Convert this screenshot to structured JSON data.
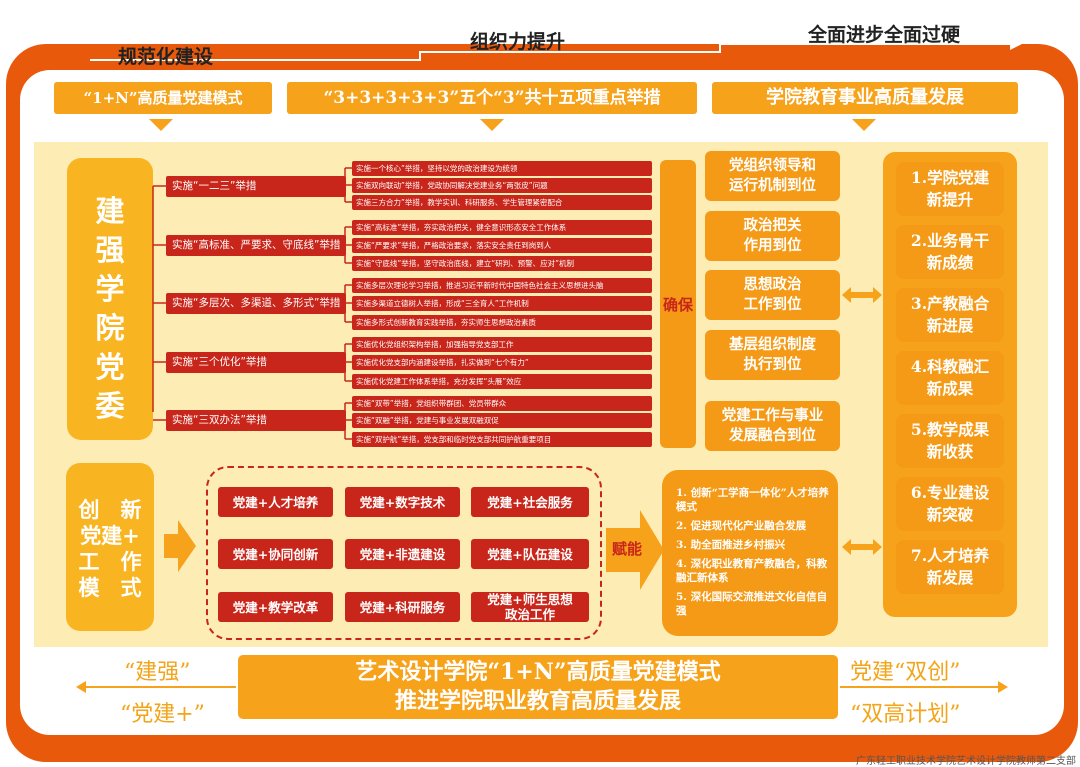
{
  "stairs": [
    "规范化建设",
    "组织力提升",
    "全面进步全面过硬"
  ],
  "headers": [
    "“1+N”高质量党建模式",
    "“3+3+3+3+3”五个“3”共十五项重点举措",
    "学院教育事业高质量发展"
  ],
  "left_top": [
    "建",
    "强",
    "学",
    "院",
    "党",
    "委"
  ],
  "left_bottom": [
    "创　新",
    "党建+",
    "工　作",
    "模　式"
  ],
  "measures": [
    {
      "label": "实施“一二三”举措",
      "items": [
        "实施一个核心”举措，坚持以党的政治建设为统领",
        "实施双向联动”举措，党政协同解决党建业务“两张皮”问题",
        "实施三方合力”举措，教学实训、科研服务、学生管理紧密配合"
      ]
    },
    {
      "label": "实施“高标准、严要求、守底线”举措",
      "items": [
        "实施“高标准”举措，夯实政治把关，健全意识形态安全工作体系",
        "实施“严要求”举措，严格政治要求，落实安全责任到岗到人",
        "实施“守底线”举措，坚守政治底线，建立“研判、预警、应对”机制"
      ]
    },
    {
      "label": "实施“多层次、多渠道、多形式”举措",
      "items": [
        "实施多层次理论学习举措，推进习近平新时代中国特色社会主义思想进头脑",
        "实施多渠道立德树人举措，形成“三全育人”工作机制",
        "实施多形式创新教育实践举措，夯实师生思想政治素质"
      ]
    },
    {
      "label": "实施“三个优化”举措",
      "items": [
        "实施优化党组织架构举措，加强指导党支部工作",
        "实施优化党支部内涵建设举措，扎实做到“七个有力”",
        "实施优化党建工作体系举措，充分发挥“头雁”效应"
      ]
    },
    {
      "label": "实施“三双办法”举措",
      "items": [
        "实施“双带”举措，党组织带群团、党员带群众",
        "实施“双融”举措，党建与事业发展双融双促",
        "实施“双护航”举措，党支部和临时党支部共同护航重要项目"
      ]
    }
  ],
  "ensure_label": "确保",
  "empower_label": "赋能",
  "guarantees": [
    [
      "党组织领导和",
      "运行机制到位"
    ],
    [
      "政治把关",
      "作用到位"
    ],
    [
      "思想政治",
      "工作到位"
    ],
    [
      "基层组织制度",
      "执行到位"
    ],
    [
      "党建工作与事业",
      "发展融合到位"
    ]
  ],
  "party_plus": [
    "党建+人才培养",
    "党建+数字技术",
    "党建+社会服务",
    "党建+协同创新",
    "党建+非遗建设",
    "党建+队伍建设",
    "党建+教学改革",
    "党建+科研服务",
    "党建+师生思想政治工作"
  ],
  "innovations": [
    "1. 创新“工学商一体化”人才培养模式",
    "2. 促进现代化产业融合发展",
    "3. 助全面推进乡村振兴",
    "4. 深化职业教育产教融合，科教融汇新体系",
    "5. 深化国际交流推进文化自信自强"
  ],
  "outcomes": [
    [
      "1.学院党建",
      "新提升"
    ],
    [
      "2.业务骨干",
      "新成绩"
    ],
    [
      "3.产教融合",
      "新进展"
    ],
    [
      "4.科教融汇",
      "新成果"
    ],
    [
      "5.教学成果",
      "新收获"
    ],
    [
      "6.专业建设",
      "新突破"
    ],
    [
      "7.人才培养",
      "新发展"
    ]
  ],
  "footer": {
    "line1": "艺术设计学院“1+N”高质量党建模式",
    "line2": "推进学院职业教育高质量发展"
  },
  "corners": {
    "top_left": "“建强”",
    "bottom_left": "“党建+”",
    "top_right": "党建“双创”",
    "bottom_right": "“双高计划”"
  },
  "watermark": "广东轻工职业技术学院艺术设计学院教师第二支部",
  "colors": {
    "frame": "#e8590c",
    "accent": "#f7a21b",
    "red": "#c8261b",
    "cream": "#fdedb5"
  }
}
